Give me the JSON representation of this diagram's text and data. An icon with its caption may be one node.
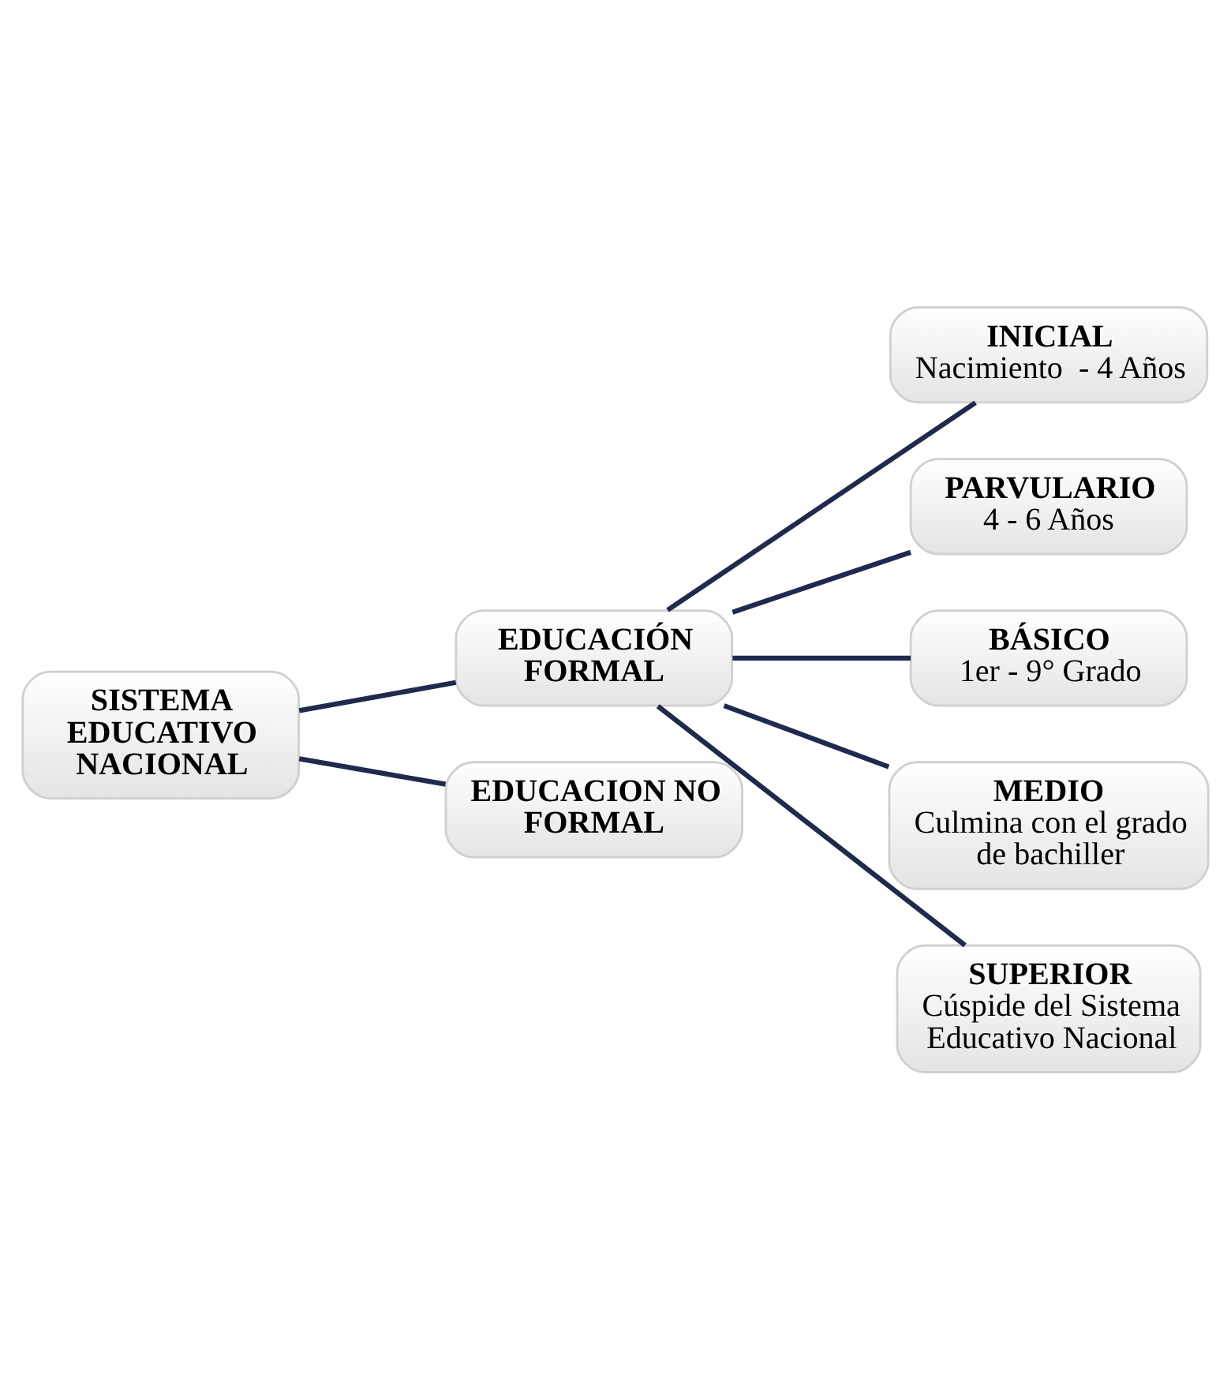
{
  "diagram": {
    "nodes": [
      {
        "text": [
          "SISTEMA EDUCATIVO NACIONAL"
        ]
      },
      {
        "text": [
          "EDUCACIÓN FORMAL"
        ]
      },
      {
        "text": [
          "EDUCACION NO FORMAL"
        ]
      },
      {
        "text": [
          "INICIAL",
          "Nacimiento  - 4 Años"
        ]
      },
      {
        "text": [
          "PARVULARIO",
          "4 - 6 Años"
        ]
      },
      {
        "text": [
          "BÁSICO",
          "1er - 9° Grado"
        ]
      },
      {
        "text": [
          "MEDIO",
          "Culmina con el grado de bachiller"
        ]
      },
      {
        "text": [
          "SUPERIOR",
          "Cúspide del Sistema Educativo Nacional"
        ]
      }
    ],
    "edges": [
      {
        "from": 0,
        "to": 1,
        "arrow": "none"
      },
      {
        "from": 0,
        "to": 2,
        "arrow": "none"
      },
      {
        "from": 1,
        "to": 3,
        "arrow": "none"
      },
      {
        "from": 1,
        "to": 4,
        "arrow": "none"
      },
      {
        "from": 1,
        "to": 5,
        "arrow": "none"
      },
      {
        "from": 1,
        "to": 6,
        "arrow": "none"
      },
      {
        "from": 1,
        "to": 7,
        "arrow": "none"
      }
    ]
  }
}
